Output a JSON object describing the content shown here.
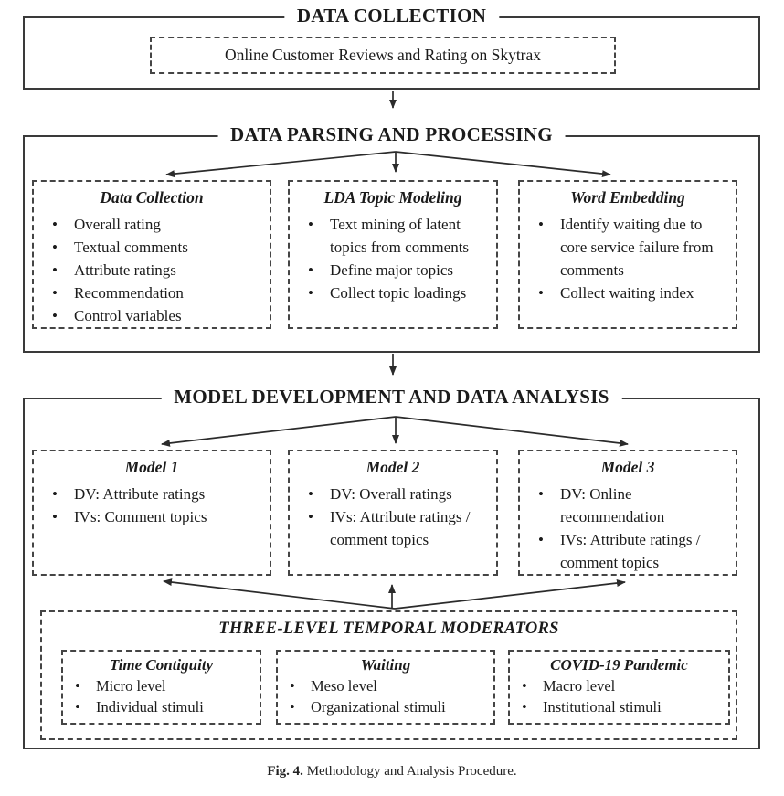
{
  "colors": {
    "background": "#ffffff",
    "border": "#3a3a3a",
    "dashed_border": "#454545",
    "arrow": "#2b2b2b",
    "text": "#1b1b1b"
  },
  "caption": {
    "label": "Fig. 4.",
    "text": "Methodology and Analysis Procedure."
  },
  "sections": {
    "data_collection": {
      "title": "DATA COLLECTION",
      "source_box": "Online Customer Reviews and Rating on Skytrax"
    },
    "parsing": {
      "title": "DATA PARSING AND PROCESSING",
      "boxes": [
        {
          "title": "Data Collection",
          "items": [
            "Overall rating",
            "Textual comments",
            "Attribute ratings",
            "Recommendation",
            "Control variables"
          ]
        },
        {
          "title": "LDA Topic Modeling",
          "items": [
            "Text mining of latent topics from comments",
            "Define major topics",
            "Collect topic loadings"
          ]
        },
        {
          "title": "Word Embedding",
          "items": [
            "Identify waiting due to core service failure from comments",
            "Collect waiting index"
          ]
        }
      ]
    },
    "model": {
      "title": "MODEL DEVELOPMENT AND DATA ANALYSIS",
      "boxes": [
        {
          "title": "Model 1",
          "items": [
            "DV: Attribute ratings",
            "IVs: Comment topics"
          ]
        },
        {
          "title": "Model 2",
          "items": [
            "DV: Overall ratings",
            "IVs: Attribute ratings / comment topics"
          ]
        },
        {
          "title": "Model 3",
          "items": [
            "DV: Online recommendation",
            "IVs: Attribute ratings / comment topics"
          ]
        }
      ],
      "moderators": {
        "title": "THREE-LEVEL TEMPORAL MODERATORS",
        "boxes": [
          {
            "title": "Time Contiguity",
            "items": [
              "Micro level",
              "Individual stimuli"
            ]
          },
          {
            "title": "Waiting",
            "items": [
              "Meso level",
              "Organizational stimuli"
            ]
          },
          {
            "title": "COVID-19 Pandemic",
            "items": [
              "Macro level",
              "Institutional stimuli"
            ]
          }
        ]
      }
    }
  }
}
